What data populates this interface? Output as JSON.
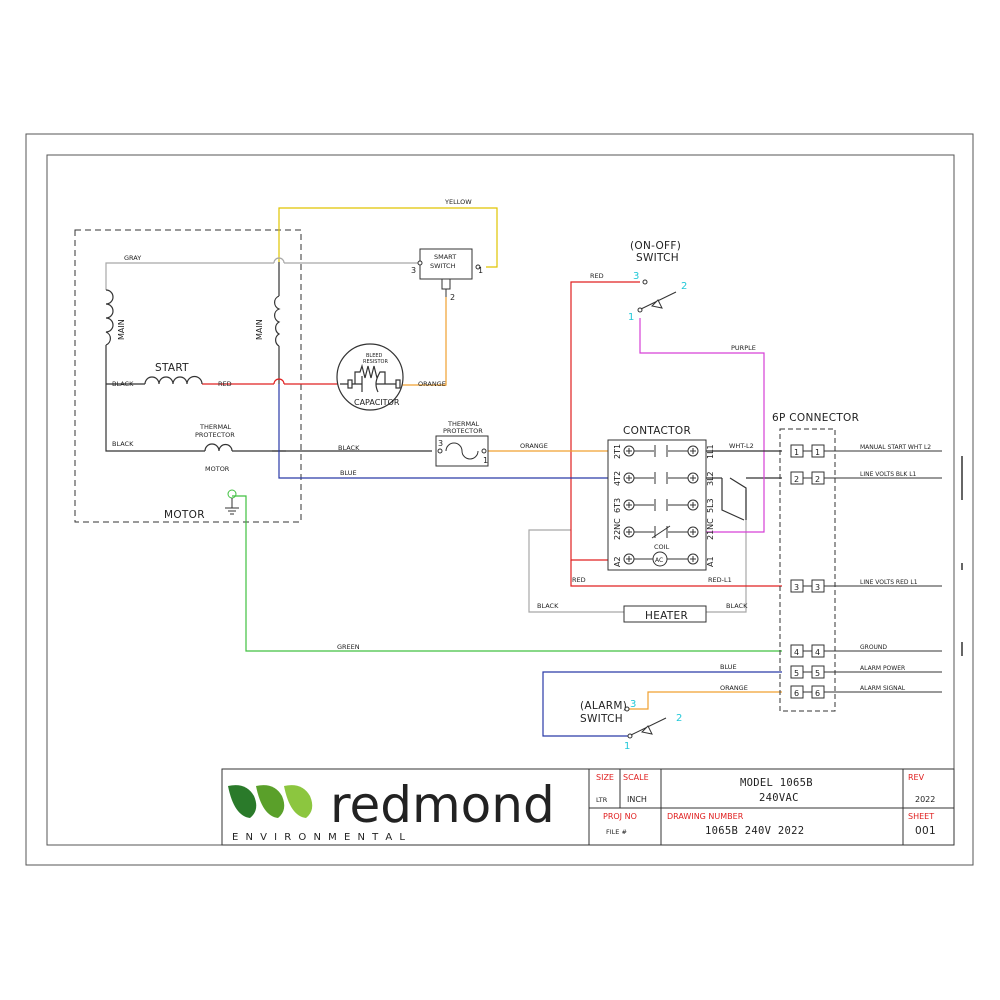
{
  "colors": {
    "yellow": "#e0c400",
    "gray": "#a8a8a8",
    "red": "#e02020",
    "orange": "#f0a030",
    "black": "#333333",
    "blue": "#2a3aa8",
    "purple": "#d640d6",
    "green": "#40c040",
    "cyan": "#22c8d8",
    "logo_green": "#8cc63f",
    "logo_dark": "#2a7a2a"
  },
  "wires": {
    "yellow": "YELLOW",
    "gray": "GRAY",
    "black": "BLACK",
    "red": "RED",
    "orange": "ORANGE",
    "blue": "BLUE",
    "purple": "PURPLE",
    "green": "GREEN",
    "wht_l2": "WHT-L2",
    "red_l1": "RED-L1"
  },
  "components": {
    "main": "MAIN",
    "start": "START",
    "motor": "MOTOR",
    "thermal_protector": [
      "THERMAL",
      "PROTECTOR"
    ],
    "smart_switch": [
      "SMART",
      "SWITCH"
    ],
    "bleed_resistor": [
      "BLEED",
      "RESISTOR"
    ],
    "capacitor": "CAPACITOR",
    "contactor": "CONTACTOR",
    "coil": "COIL",
    "ac": "AC",
    "heater": "HEATER",
    "onoff_switch": [
      "(ON-OFF)",
      "SWITCH"
    ],
    "alarm_switch": [
      "(ALARM)",
      "SWITCH"
    ],
    "connector": "6P CONNECTOR"
  },
  "pins": {
    "one": "1",
    "two": "2",
    "three": "3",
    "contactor_left": [
      "2T1",
      "4T2",
      "6T3",
      "22NC",
      "A2"
    ],
    "contactor_right": [
      "1L1",
      "3L2",
      "5L3",
      "21NC",
      "A1"
    ]
  },
  "connector_rows": [
    {
      "num": "1",
      "label": "MANUAL START WHT L2"
    },
    {
      "num": "2",
      "label": "LINE VOLTS BLK L1"
    },
    {
      "num": "3",
      "label": "LINE VOLTS RED L1"
    },
    {
      "num": "4",
      "label": "GROUND"
    },
    {
      "num": "5",
      "label": "ALARM POWER"
    },
    {
      "num": "6",
      "label": "ALARM SIGNAL"
    }
  ],
  "title_block": {
    "brand": "redmond",
    "brand_sub": "E N V I R O N M E N T A L",
    "size": "SIZE",
    "scale": "SCALE",
    "size_val": "LTR",
    "scale_val": "INCH",
    "proj_no": "PROJ NO",
    "file": "FILE #",
    "model": "MODEL 1065B",
    "voltage": "240VAC",
    "drawing_number": "DRAWING NUMBER",
    "drawing_number_val": "1065B 240V 2022",
    "rev": "REV",
    "rev_val": "2022",
    "sheet": "SHEET",
    "sheet_val": "001"
  }
}
